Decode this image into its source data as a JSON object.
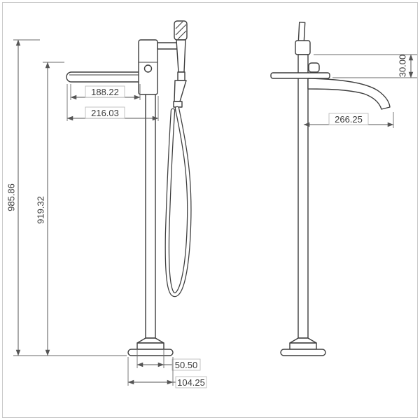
{
  "drawing": {
    "front_view": {
      "dim_spout_width": "188.22",
      "dim_overall_width": "216.03",
      "dim_total_height": "985.86",
      "dim_spout_height": "919.32",
      "dim_base_neck": "50.50",
      "dim_base_width": "104.25"
    },
    "side_view": {
      "dim_top_offset": "30.00",
      "dim_spout_reach": "266.25"
    },
    "colors": {
      "line": "#3d3d3d",
      "dimension": "#555555",
      "label_border": "#b5b5b5",
      "frame": "#c9c9c9",
      "background": "#ffffff"
    }
  }
}
